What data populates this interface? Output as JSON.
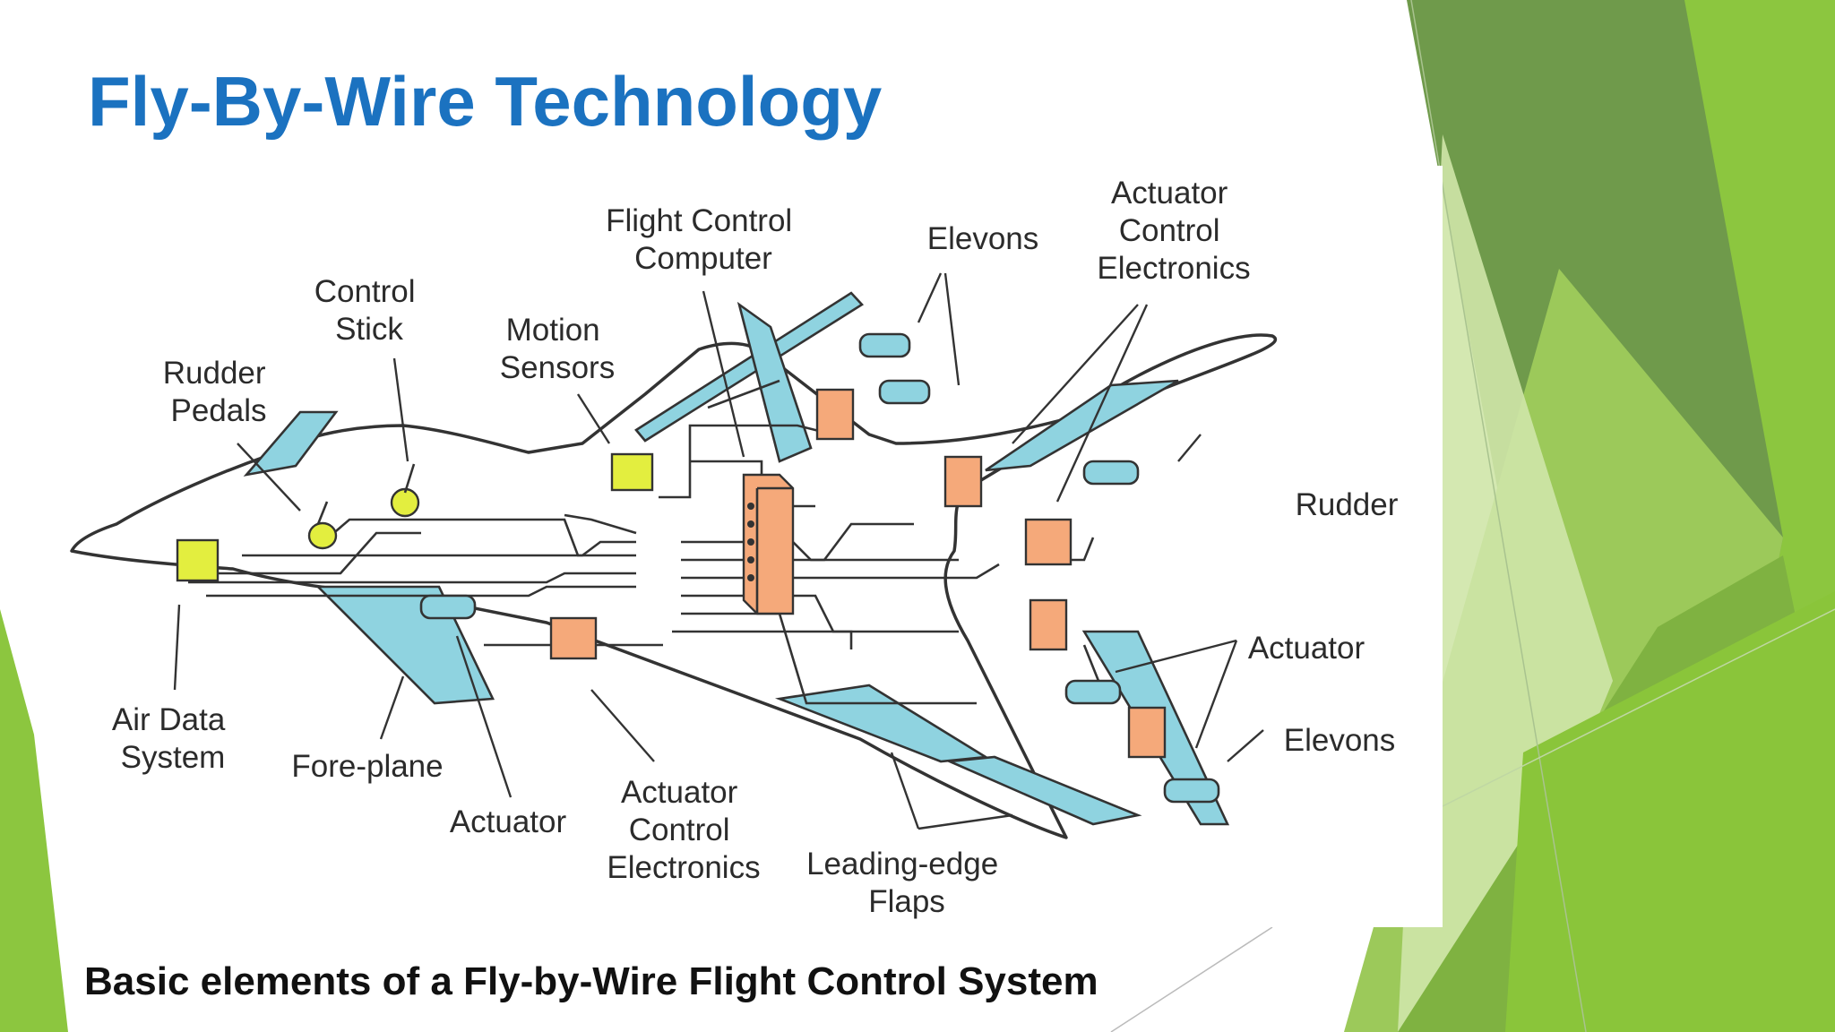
{
  "slide": {
    "title": "Fly-By-Wire Technology",
    "caption": "Basic elements of a Fly-by-Wire Flight Control System",
    "colors": {
      "title": "#1b72c0",
      "accent_green": "#8cc63f",
      "dark_green": "#6d9a48",
      "surface_blue": "#8fd3e0",
      "electronics_orange": "#f5a97a",
      "sensor_yellow": "#e3ee3f"
    }
  },
  "diagram": {
    "labels": {
      "flight_control_computer": [
        "Flight Control",
        "Computer"
      ],
      "elevons_top": "Elevons",
      "actuator_control_electronics_top": [
        "Actuator",
        "Control",
        "Electronics"
      ],
      "control_stick": [
        "Control",
        "Stick"
      ],
      "motion_sensors": [
        "Motion",
        "Sensors"
      ],
      "rudder_pedals": [
        "Rudder",
        "Pedals"
      ],
      "rudder": "Rudder",
      "actuator_right": "Actuator",
      "elevons_bottom": "Elevons",
      "air_data_system": [
        "Air Data",
        "System"
      ],
      "fore_plane": "Fore-plane",
      "actuator_left": "Actuator",
      "actuator_control_electronics_bottom": [
        "Actuator",
        "Control",
        "Electronics"
      ],
      "leading_edge_flaps": [
        "Leading-edge",
        "Flaps"
      ]
    }
  }
}
